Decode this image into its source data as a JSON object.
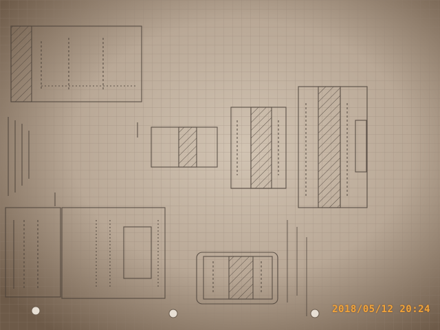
{
  "photo": {
    "subject": "graph-paper-sketch",
    "colors": {
      "paper_light": "#cfc1b0",
      "paper_dark": "#6d5a48",
      "grid": "#8f7f70",
      "pencil": "#4a4038"
    }
  },
  "datestamp": {
    "date": "2018/05/12",
    "time": "20:24",
    "color": "#f1a43a"
  }
}
